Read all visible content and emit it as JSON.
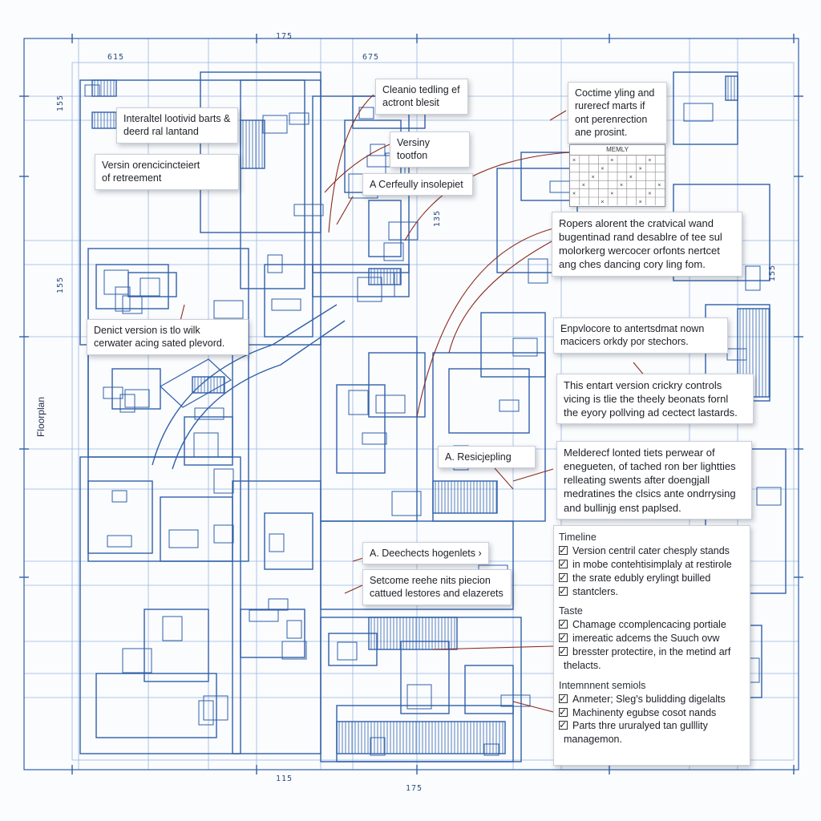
{
  "colors": {
    "line": "#2f5fa8",
    "line_light": "#8fb0dd",
    "leader": "#8b2a1c",
    "paper": "#fbfcfe"
  },
  "dimensions": {
    "top_center": "175",
    "top_left": "615",
    "top_mid": "675",
    "bottom_center": "175",
    "bottom_left": "115",
    "left_1": "155",
    "left_2": "155",
    "mid_1": "135",
    "right_1": "155"
  },
  "side_label": "Floorplan",
  "callouts": {
    "c1": [
      "Interaltel lootivid barts &",
      "deerd ral lantand"
    ],
    "c2": [
      "Versin orencicincteiert",
      "of retreement"
    ],
    "c3": [
      "Denict version is tlo wilk",
      "cerwater acing sated plevord."
    ],
    "c4": [
      "Cleanio tedling ef",
      "actront blesit"
    ],
    "c5": [
      "Versiny tootfon"
    ],
    "c6": [
      "A Cerfeully insolepiet"
    ],
    "c7": [
      "Coctime yling and",
      "rurerecf marts if",
      "ont perenrection",
      "ane prosint."
    ],
    "c8": [
      "Ropers alorent the cratvical wand",
      "bugentinad rand desablre of tee sul",
      "molorkerg wercocer orfonts nertcet",
      "ang ches dancing cory ling fom."
    ],
    "c9": [
      "Enpvlocore to antertsdmat nown",
      "macicers orkdy por stechors."
    ],
    "c10": [
      "This entart version crickry controls",
      "vicing is tlie the theely beonats fornl",
      "the eyory pollving ad cectect lastards."
    ],
    "c11": [
      "A. Resicjepling"
    ],
    "c12": [
      "Melderecf lonted tiets perwear of",
      "enegueten, of tached ron ber lightties",
      "relleating swents after doengjall",
      "medratines the clsics ante ondrrysing",
      "and bullinjg enst paplsed."
    ],
    "c13": [
      "A. Deechects hogenlets ›"
    ],
    "c14": [
      "Setcome reehe nits piecion",
      "cattued lestores and elazerets"
    ]
  },
  "mini_table": {
    "header": "MEMLY"
  },
  "checklist": {
    "sections": [
      {
        "title": "Timeline",
        "items": [
          "Version centril cater chesply stands",
          "in mobe contehtisimplaly at restirole",
          "the srate edubly erylingt builled",
          "stantclers."
        ]
      },
      {
        "title": "Taste",
        "items": [
          "Chamage ccomplencacing portiale",
          "imereatic adcems the Suuch ovw",
          "bresster protectire, in the metind arf",
          "thelacts."
        ]
      },
      {
        "title": "Intemnnent semiols",
        "items": [
          "Anmeter; Sleg's bulidding digelalts",
          "Machinenty egubse cosot nands",
          "Parts thre ururalyed tan gulllity",
          "managemon."
        ]
      }
    ]
  }
}
